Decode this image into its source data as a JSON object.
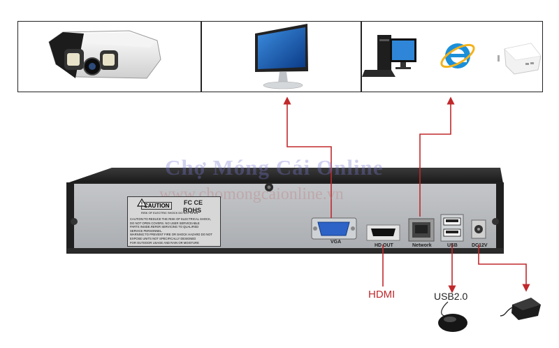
{
  "labels": {
    "vga": "VGA",
    "hdout": "HD OUT",
    "network": "Network",
    "usb": "USB",
    "dc": "DC12V",
    "hdmi": "HDMI",
    "usb2": "USB2.0"
  },
  "caution": {
    "title": "CAUTION",
    "subtitle": "RISK OF ELECTRIC SHOCK DO NOT OPEN",
    "line1": "CAUTION:TO REDUCE THE RISK OF ELECTRICAL SHOCK,",
    "line2": "DO NOT OPEN COVERS. NO USER SERVICEABLE",
    "line3": "PARTS INSIDE.REFER SERVICING TO QUALIFIED",
    "line4": "SERVICE PERSONNEL.",
    "line5": "WARNING:TO PREVENT FIRE OR SHOCK HAZARD DO NOT",
    "line6": "EXPOSE UNITS NOT SPECIFICALLY DESIGNED",
    "line7": "FOR OUTDOOR USAGE AND RAIN OR MOISTURE"
  },
  "cert": {
    "fcce": "FC CE",
    "rohs": "ROHS"
  },
  "watermark": {
    "line1": "Chợ Móng Cái Online",
    "line2": "www.chomongcaionline.vn"
  },
  "colors": {
    "arrow": "#c0282b",
    "hdmi_text": "#c0282b",
    "device_body": "#b4b7bb",
    "device_top": "#2a2a2a"
  }
}
